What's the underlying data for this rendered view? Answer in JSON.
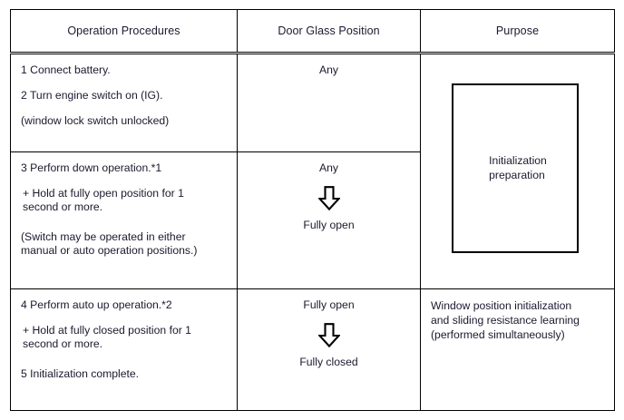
{
  "table": {
    "headers": [
      {
        "id": "operation-procedures",
        "label": "Operation Procedures"
      },
      {
        "id": "door-glass-position",
        "label": "Door Glass Position"
      },
      {
        "id": "purpose",
        "label": "Purpose"
      }
    ],
    "rows": [
      {
        "id": "row-1",
        "operation_lines": [
          "1 Connect battery.",
          "2 Turn engine switch on (IG).",
          "(window lock switch unlocked)"
        ],
        "glass": {
          "from_label": "Any",
          "has_arrow": false,
          "to_label": ""
        }
      },
      {
        "id": "row-2",
        "operation_lines": [
          "3 Perform down operation.*1",
          "+ Hold at fully open position for 1\nsecond or more.",
          "(Switch may be operated in either\nmanual or auto operation positions.)"
        ],
        "glass": {
          "from_label": "Any",
          "has_arrow": true,
          "arrow_icon": "down-block-arrow-icon",
          "to_label": "Fully open"
        }
      },
      {
        "id": "row-3",
        "operation_lines": [
          "4 Perform auto up operation.*2",
          "+ Hold at fully closed position for 1\nsecond or more.",
          "5 Initialization complete."
        ],
        "glass": {
          "from_label": "Fully open",
          "has_arrow": true,
          "arrow_icon": "down-block-arrow-icon",
          "to_label": "Fully closed"
        }
      }
    ],
    "purpose": {
      "init_box_text": "Initialization\npreparation",
      "row3_text": "Window position initialization\nand sliding resistance learning\n(performed simultaneously)"
    }
  },
  "colors": {
    "border": "#000000",
    "text": "#1a1a2e",
    "background": "#ffffff"
  }
}
